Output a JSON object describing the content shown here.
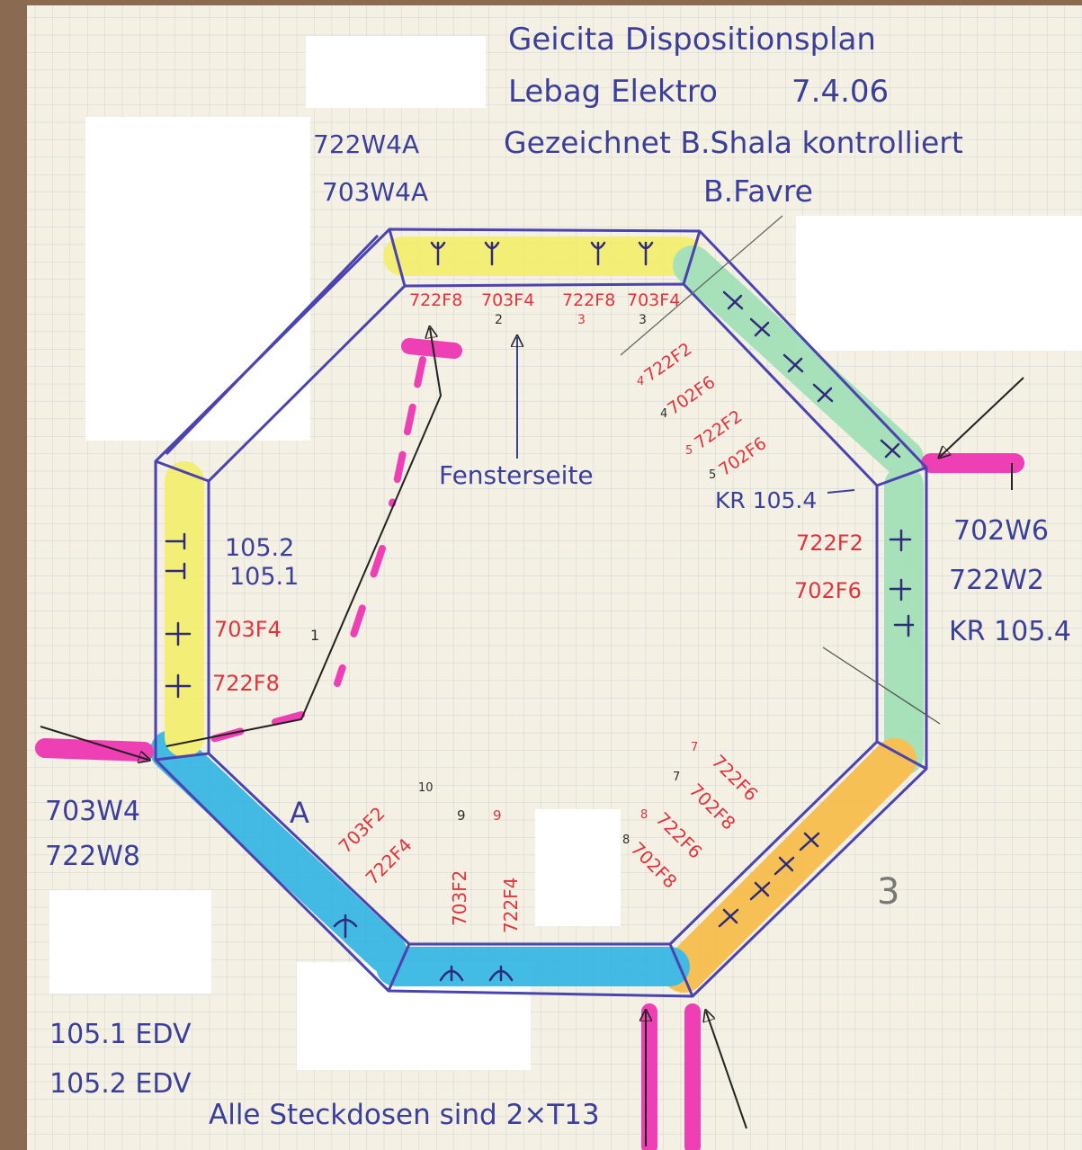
{
  "header": {
    "line1": "Geicita Dispositionsplan",
    "line2_left": "Lebag Elektro",
    "line2_date": "7.4.06",
    "line3": "Gezeichnet B.Shala kontrolliert",
    "line4": "B.Favre"
  },
  "top_labels": [
    "722W4A",
    "703W4A"
  ],
  "top_circuits": [
    "722F8",
    "703F4",
    "722F8",
    "703F4"
  ],
  "top_numbers": [
    "2",
    "3",
    "3"
  ],
  "window_label": "Fensterseite",
  "upper_right_circuits": [
    "722F2",
    "702F6",
    "722F2",
    "702F6"
  ],
  "upper_right_nums": [
    "4",
    "4",
    "5",
    "5"
  ],
  "kr_label": "KR 105.4",
  "right_inner": [
    "722F2",
    "702F6"
  ],
  "right_outer": [
    "702W6",
    "722W2",
    "KR 105.4"
  ],
  "left_inner_black": [
    "105.2",
    "105.1"
  ],
  "left_inner_red": [
    "703F4",
    "722F8"
  ],
  "left_num": "1",
  "left_outer": [
    "703W4",
    "722W8"
  ],
  "bottom_left_letter": "A",
  "bottom_left_circuits": [
    "703F2",
    "722F4"
  ],
  "bottom_left_num": "10",
  "bottom_mid_nums": [
    "9",
    "9"
  ],
  "bottom_mid_circuits": [
    "703F2",
    "722F4"
  ],
  "bottom_right_circuits": [
    "722F6",
    "702F8",
    "722F6",
    "702F8"
  ],
  "bottom_right_nums": [
    "7",
    "7",
    "8",
    "8"
  ],
  "bottom_right_mark": "3",
  "legend": [
    "105.1 EDV",
    "105.2 EDV"
  ],
  "footer": "Alle Steckdosen sind 2×T13",
  "colors": {
    "paper": "#f4f1e4",
    "grid": "#d3d5d6",
    "outline": "#4b43b0",
    "yellow": "#f3ee6b",
    "green": "#9ee0b6",
    "cyan": "#2fb5e3",
    "orange": "#f8bb45",
    "magenta": "#ee3fb4",
    "red_text": "#e0333c",
    "blue_text": "#3b3f9a"
  }
}
